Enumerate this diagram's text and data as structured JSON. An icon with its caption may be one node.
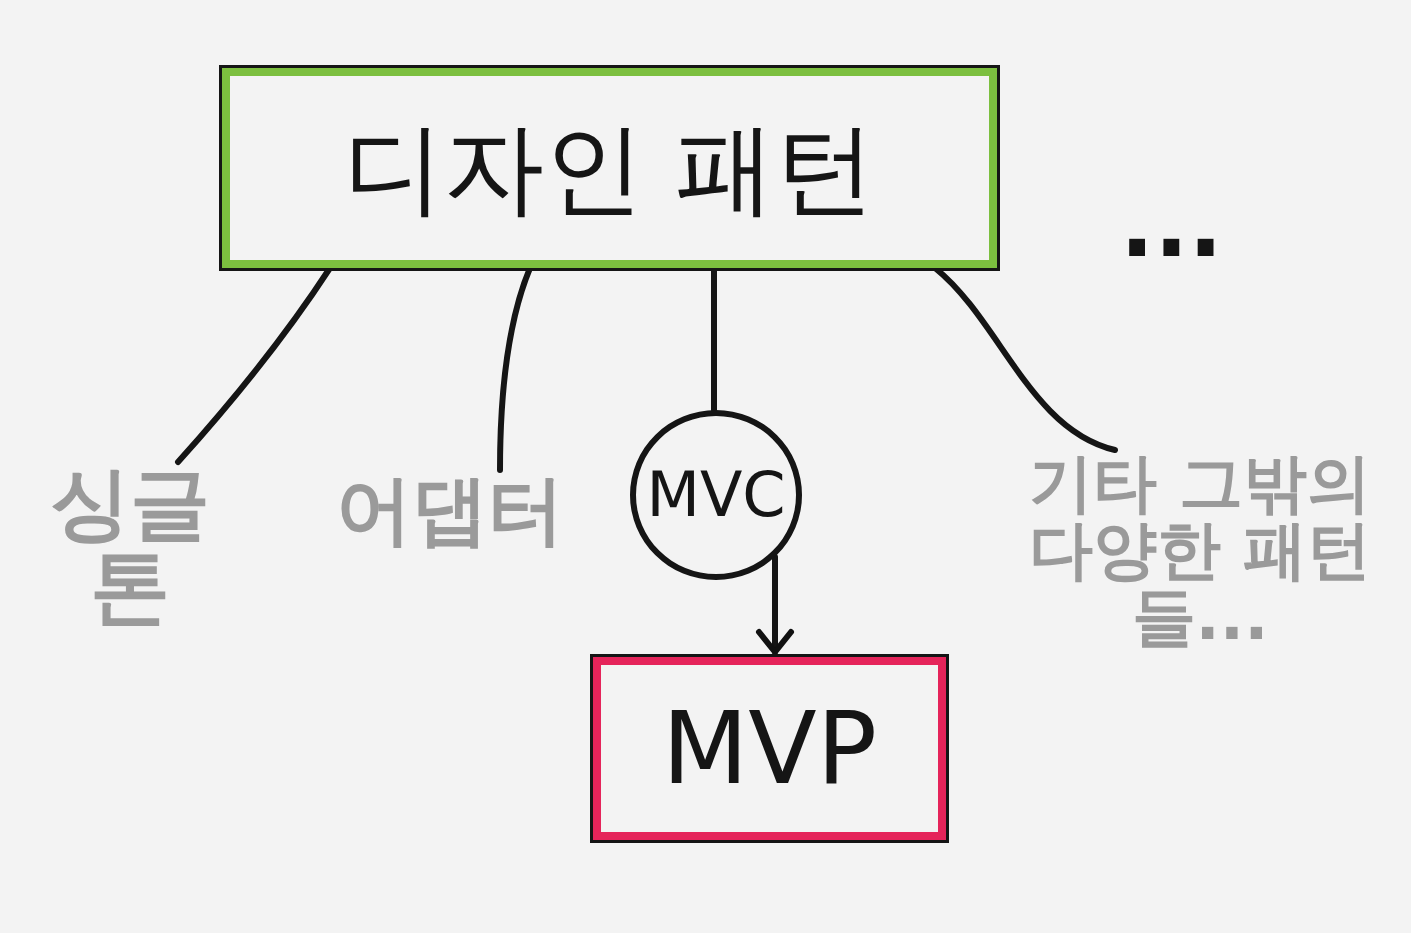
{
  "diagram": {
    "nodes": [
      {
        "text": [
          "디자인 패턴"
        ]
      },
      {
        "text": [
          "싱글톤"
        ]
      },
      {
        "text": [
          "어댑터"
        ]
      },
      {
        "text": [
          "MVC"
        ]
      },
      {
        "text": [
          "MVP"
        ]
      },
      {
        "text": [
          "기타 그밖의 다양한 패턴들..."
        ]
      }
    ],
    "edges": [
      {
        "from": 0,
        "to": 1,
        "arrow": "none"
      },
      {
        "from": 0,
        "to": 2,
        "arrow": "none"
      },
      {
        "from": 0,
        "to": 3,
        "arrow": "none"
      },
      {
        "from": 0,
        "to": 5,
        "arrow": "none"
      },
      {
        "from": 3,
        "to": 4,
        "arrow": "to"
      }
    ],
    "labels": [
      "..."
    ]
  }
}
